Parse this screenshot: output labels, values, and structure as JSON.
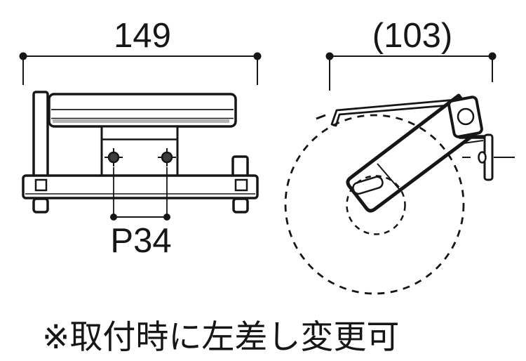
{
  "drawing": {
    "front_view": {
      "width_dim": "149",
      "hole_pitch_dim": "P34"
    },
    "side_view": {
      "depth_dim": "(103)"
    },
    "note": "※取付時に左差し変更可",
    "colors": {
      "line": "#161616",
      "background": "#ffffff",
      "shelf_shade": "#b5b5b5",
      "screw_fill": "#3d3d3d"
    }
  }
}
